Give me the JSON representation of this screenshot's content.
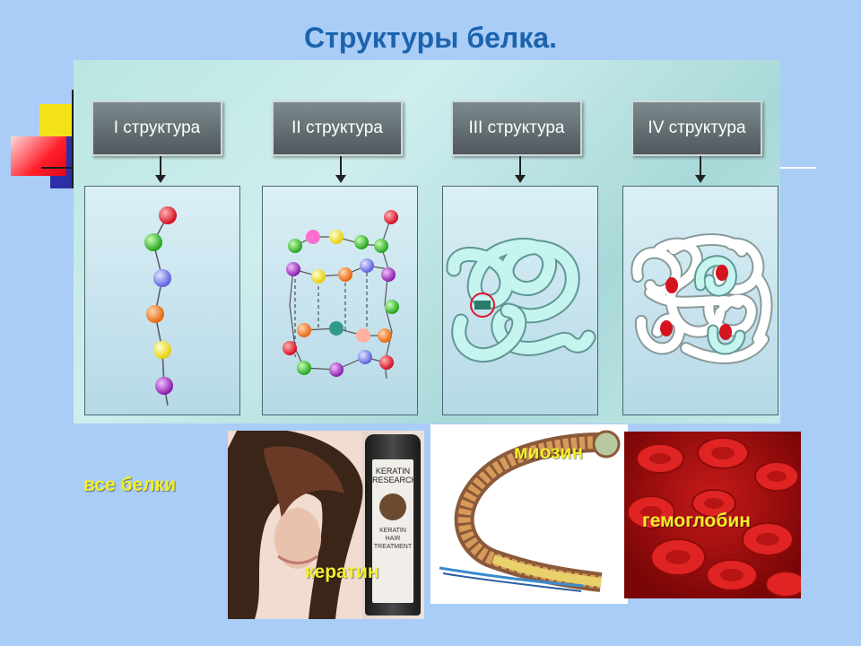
{
  "title": "Структуры белка.",
  "structures": [
    {
      "label": "I структура"
    },
    {
      "label": "II структура"
    },
    {
      "label": "III структура"
    },
    {
      "label": "IV структура"
    }
  ],
  "examples": {
    "all_proteins": "все белки",
    "keratin": "кератин",
    "keratin_bottle": {
      "line1": "KERATIN",
      "line2": "RESEARCH",
      "line3": "KERATIN",
      "line4": "HAIR",
      "line5": "TREATMENT"
    },
    "myosin": "миозин",
    "hemoglobin": "гемоглобин"
  },
  "colors": {
    "background": "#a9cdf6",
    "title": "#1c63ad",
    "caption": "#f2ef2a",
    "label_box": "#6a767a",
    "bead_red": "#e0162d",
    "bead_green": "#3cc23a",
    "bead_blue": "#7f84f0",
    "bead_orange": "#f57d1a",
    "bead_yellow": "#f5e622",
    "bead_purple": "#a42fc5",
    "heme": "#d4141f",
    "ribbon": "#bff0ea"
  }
}
